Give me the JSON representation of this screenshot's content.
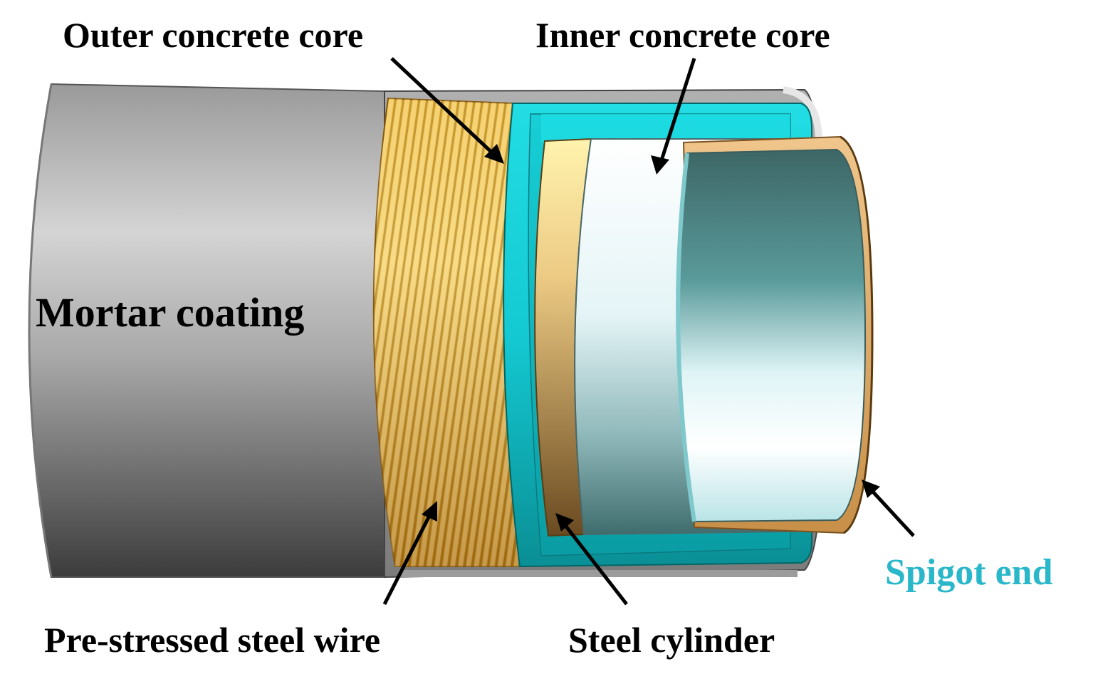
{
  "labels": {
    "outer_concrete_core": "Outer concrete core",
    "inner_concrete_core": "Inner concrete core",
    "mortar_coating": "Mortar coating",
    "prestressed_steel_wire": "Pre-stressed steel wire",
    "steel_cylinder": "Steel cylinder",
    "spigot_end": "Spigot end"
  },
  "colors": {
    "label_text": "#000000",
    "spigot_label": "#29B7C9",
    "mortar_light": "#D2D2D2",
    "mortar_dark": "#3E3E3E",
    "wire_light": "#F8D060",
    "wire_dark": "#B8801C",
    "outer_core": "#16D6DD",
    "steel_cylinder_light": "#FFF1A8",
    "steel_cylinder_dark": "#6E4C22",
    "inner_core_light": "#F5FBFC",
    "spigot_inner_dark": "#3F6B6B",
    "spigot_rim": "#E8B878"
  }
}
